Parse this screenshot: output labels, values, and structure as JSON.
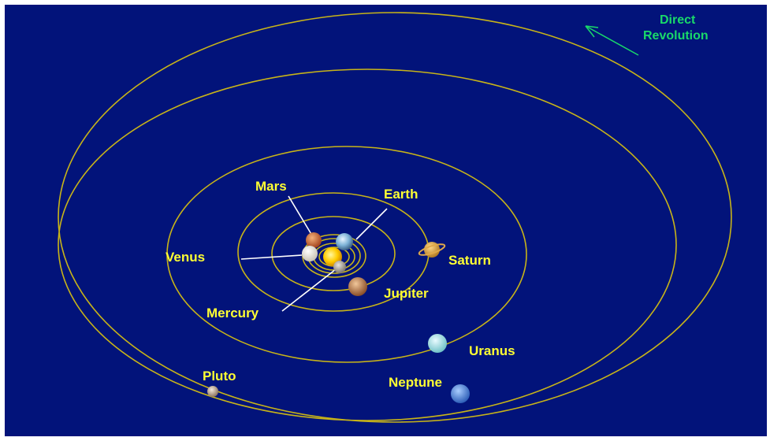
{
  "colors": {
    "background": "#02137a",
    "orbit": "#c8b418",
    "label": "#ffff33",
    "direction": "#19d96a"
  },
  "direction_note": {
    "line1": "Direct",
    "line2": "Revolution"
  },
  "labels": {
    "mars": "Mars",
    "earth": "Earth",
    "venus": "Venus",
    "mercury": "Mercury",
    "jupiter": "Jupiter",
    "saturn": "Saturn",
    "uranus": "Uranus",
    "neptune": "Neptune",
    "pluto": "Pluto"
  }
}
